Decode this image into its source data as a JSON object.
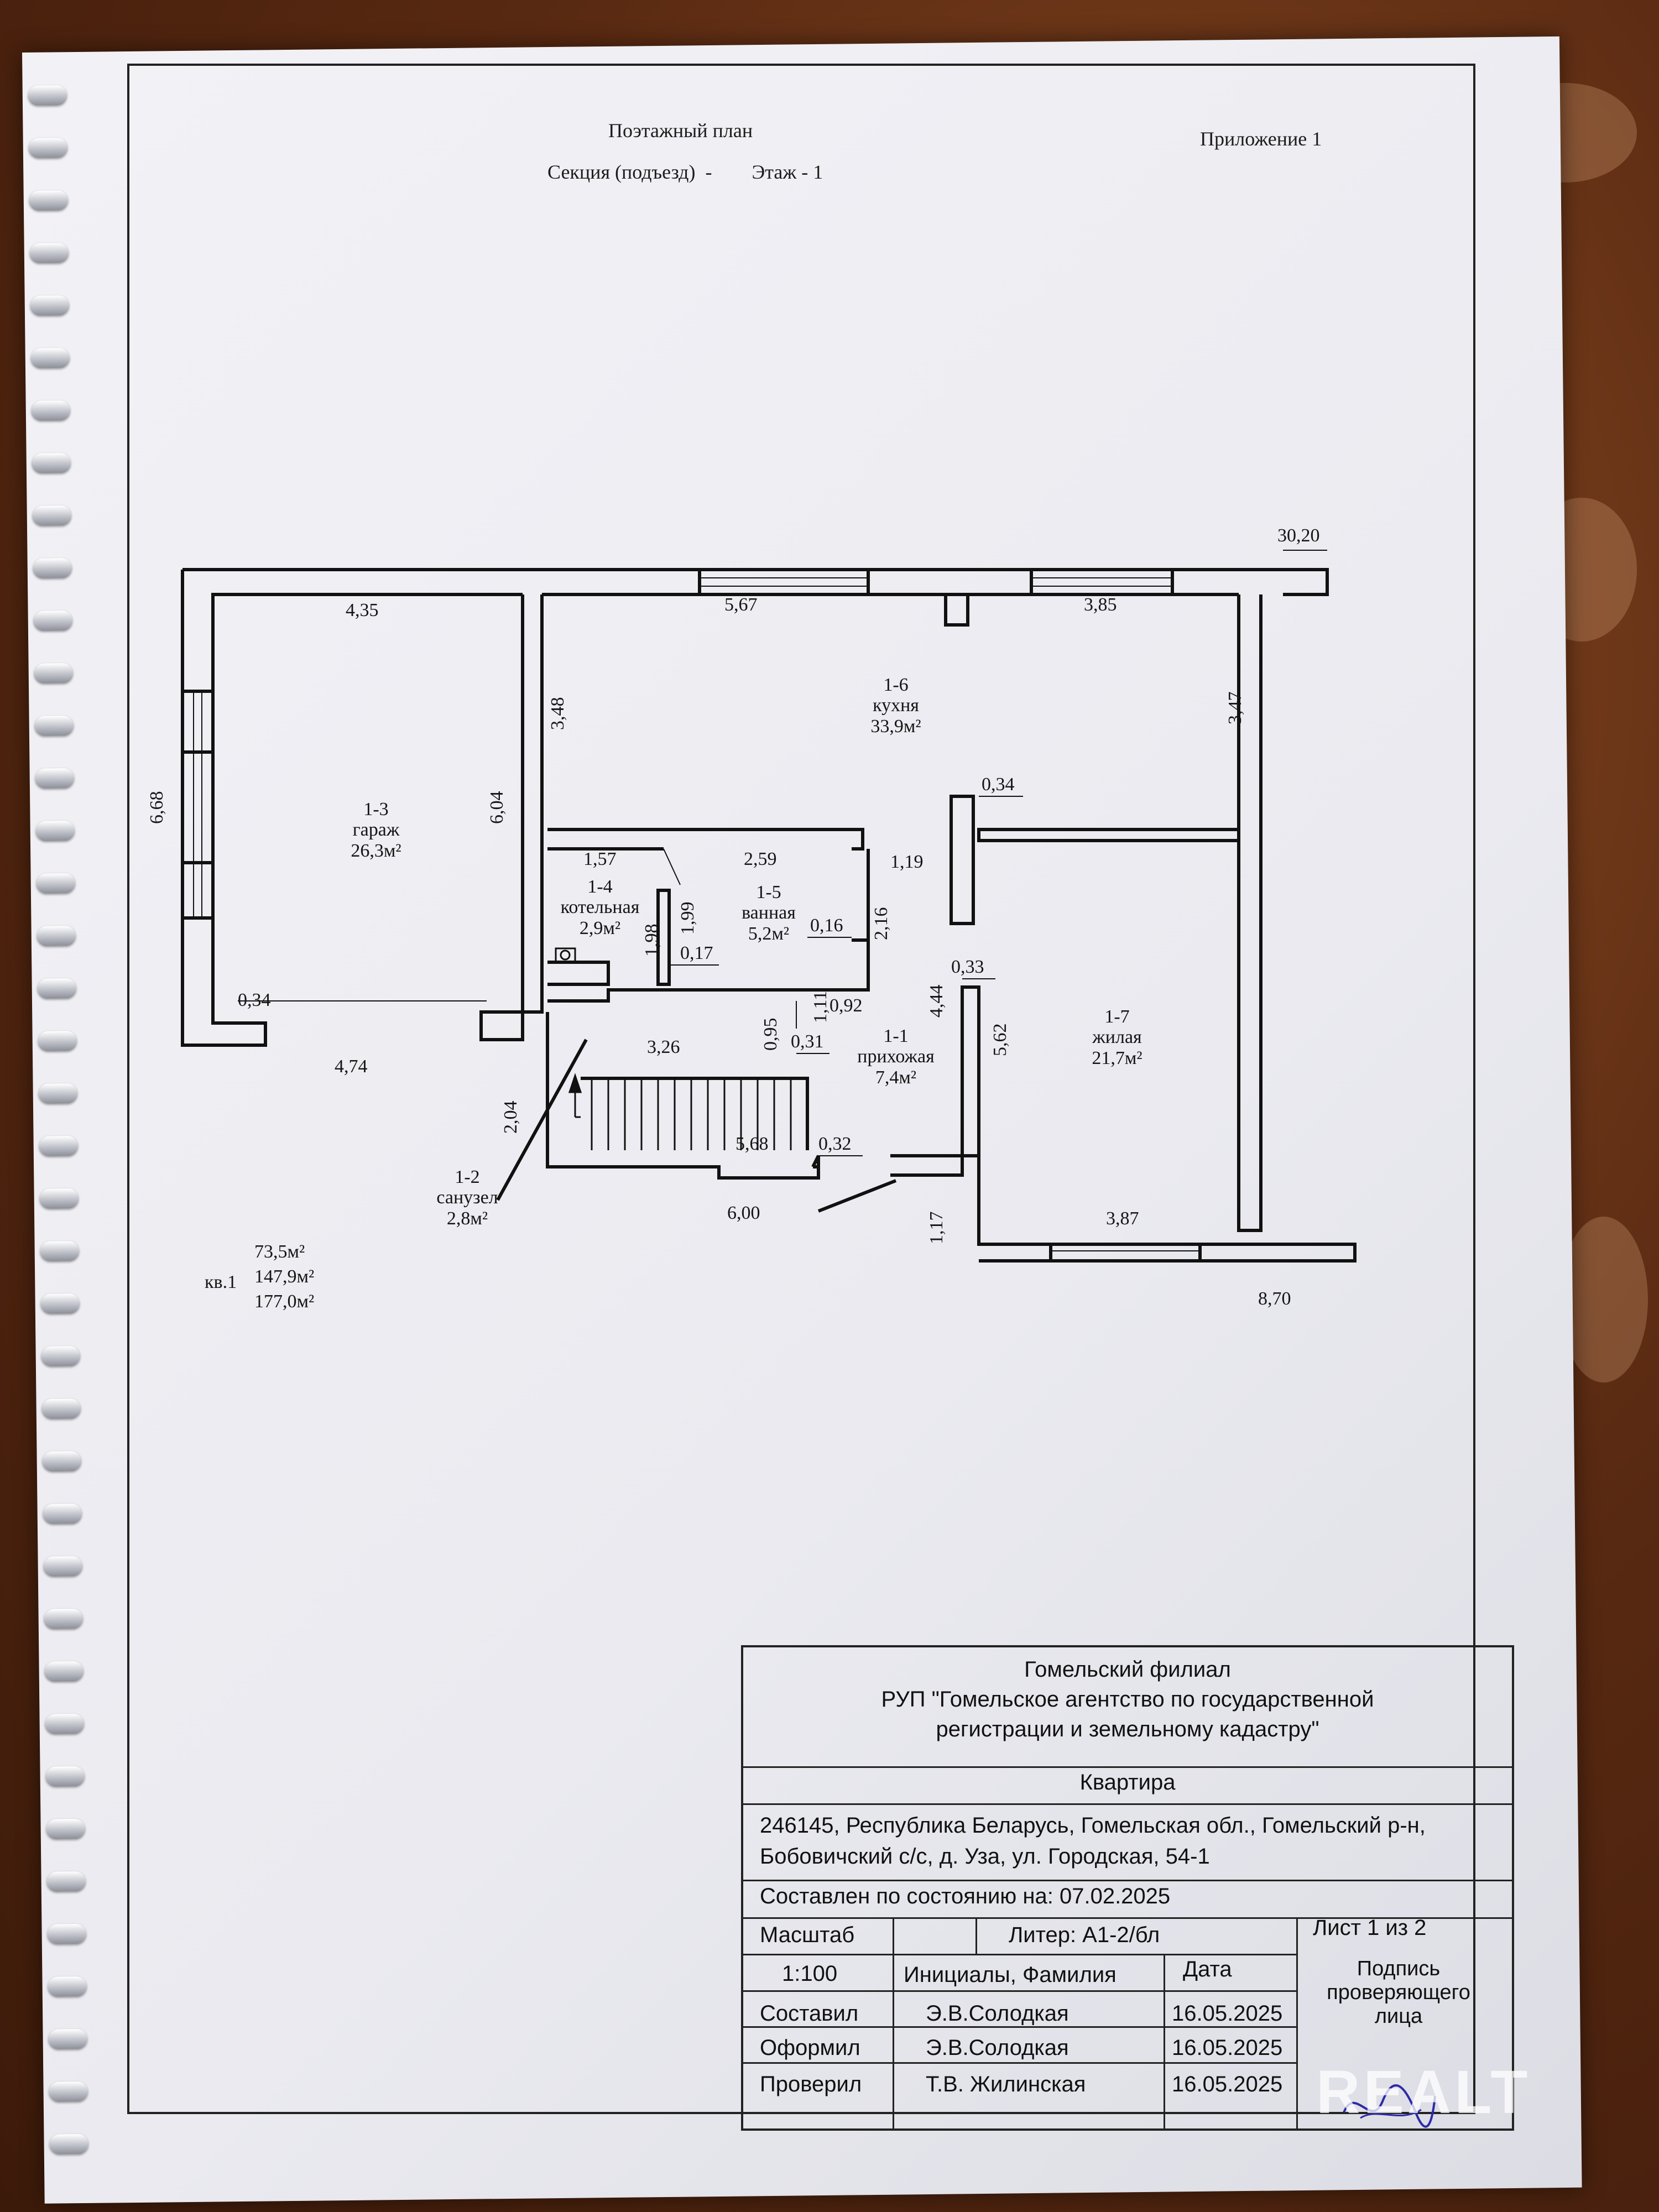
{
  "header": {
    "plan_title": "Поэтажный план",
    "section_floor": "Секция (подъезд)  -        Этаж - 1",
    "appendix": "Приложение 1"
  },
  "rooms": {
    "garage": {
      "number": "1-3",
      "name": "гараж",
      "area": "26,3м²"
    },
    "boiler": {
      "number": "1-4",
      "name": "котельная",
      "area": "2,9м²"
    },
    "bath": {
      "number": "1-5",
      "name": "ванная",
      "area": "5,2м²"
    },
    "kitchen": {
      "number": "1-6",
      "name": "кухня",
      "area": "33,9м²"
    },
    "hall": {
      "number": "1-1",
      "name": "прихожая",
      "area": "7,4м²"
    },
    "living": {
      "number": "1-7",
      "name": "жилая",
      "area": "21,7м²"
    },
    "wc": {
      "number": "1-2",
      "name": "санузел",
      "area": "2,8м²"
    }
  },
  "dimensions": {
    "d_30_20": "30,20",
    "d_4_35": "4,35",
    "d_5_67": "5,67",
    "d_3_85": "3,85",
    "d_3_48": "3,48",
    "d_3_47": "3,47",
    "d_6_68": "6,68",
    "d_6_04": "6,04",
    "d_0_34a": "0,34",
    "d_1_57": "1,57",
    "d_2_59": "2,59",
    "d_1_19": "1,19",
    "d_1_99": "1,99",
    "d_1_98": "1,98",
    "d_2_16": "2,16",
    "d_0_16": "0,16",
    "d_0_17": "0,17",
    "d_0_34b": "0,34",
    "d_4_74": "4,74",
    "d_0_33": "0,33",
    "d_4_44": "4,44",
    "d_5_62": "5,62",
    "d_0_95": "0,95",
    "d_1_11": "1,11",
    "d_0_92": "0,92",
    "d_0_31": "0,31",
    "d_3_26": "3,26",
    "d_2_04": "2,04",
    "d_5_68": "5,68",
    "d_0_32": "0,32",
    "d_6_00": "6,00",
    "d_1_17": "1,17",
    "d_3_87": "3,87",
    "d_8_70": "8,70"
  },
  "summary": {
    "apt": "кв.1",
    "area1": "73,5м²",
    "area2": "147,9м²",
    "area3": "177,0м²"
  },
  "stamp": {
    "org1": "Гомельский филиал",
    "org2": "РУП \"Гомельское агентство по государственной",
    "org3": "регистрации и земельному кадастру\"",
    "object": "Квартира",
    "addr1": "246145, Республика Беларусь, Гомельская обл., Гомельский р-н,",
    "addr2": "Бобовичский с/с, д. Уза, ул. Городская, 54-1",
    "state": "Составлен по состоянию на: 07.02.2025",
    "scale_label": "Масштаб",
    "liter": "Литер: А1-2/бл",
    "sheet": "Лист 1 из 2",
    "scale_value": "1:100",
    "initials_header": "Инициалы, Фамилия",
    "date_header": "Дата",
    "sign_header": "Подпись проверяющего лица",
    "rows": [
      {
        "role": "Составил",
        "name": "Э.В.Солодкая",
        "date": "16.05.2025"
      },
      {
        "role": "Оформил",
        "name": "Э.В.Солодкая",
        "date": "16.05.2025"
      },
      {
        "role": "Проверил",
        "name": "Т.В. Жилинская",
        "date": "16.05.2025"
      }
    ]
  },
  "watermark": "REALT"
}
